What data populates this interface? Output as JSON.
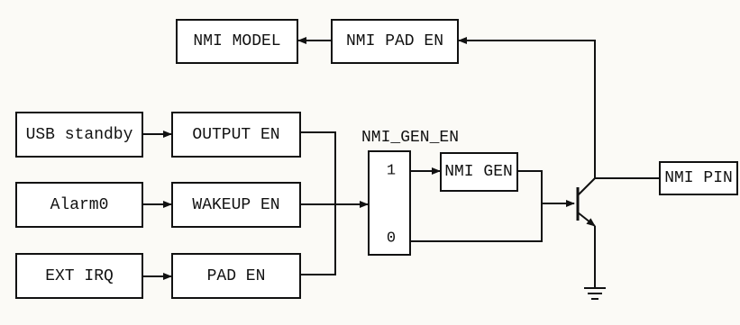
{
  "blocks": {
    "nmi_model": "NMI MODEL",
    "nmi_pad_en": "NMI PAD EN",
    "usb_standby": "USB standby",
    "output_en": "OUTPUT EN",
    "alarm0": "Alarm0",
    "wakeup_en": "WAKEUP EN",
    "ext_irq": "EXT IRQ",
    "pad_en": "PAD EN",
    "nmi_gen": "NMI GEN",
    "nmi_pin": "NMI PIN"
  },
  "mux": {
    "select_label": "NMI_GEN_EN",
    "input_1": "1",
    "input_0": "0"
  }
}
